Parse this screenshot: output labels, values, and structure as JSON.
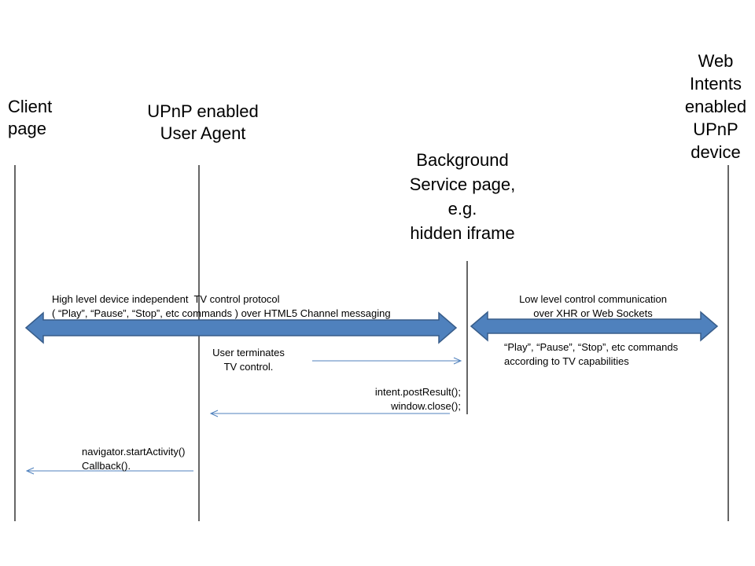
{
  "lifelines": {
    "client": "Client\npage",
    "user_agent": "UPnP enabled\nUser Agent",
    "background": "Background\nService page,\ne.g.\nhidden iframe",
    "device": "Web\nIntents\nenabled\nUPnP\ndevice"
  },
  "messages": {
    "high_level": "High level device independent  TV control protocol\n( “Play”, “Pause”, “Stop”, etc commands ) over HTML5 Channel messaging",
    "low_level": "Low level control communication\nover XHR or Web Sockets",
    "commands": "“Play”, “Pause”, “Stop”, etc commands\naccording to TV capabilities",
    "user_terminates": "User terminates\nTV control.",
    "post_result": "intent.postResult();\nwindow.close();",
    "start_activity": "navigator.startActivity()\nCallback()."
  },
  "colors": {
    "double_arrow_fill": "#4f81bd",
    "double_arrow_stroke": "#385d8a",
    "thin_arrow": "#4f81bd",
    "lifeline": "#000000"
  }
}
